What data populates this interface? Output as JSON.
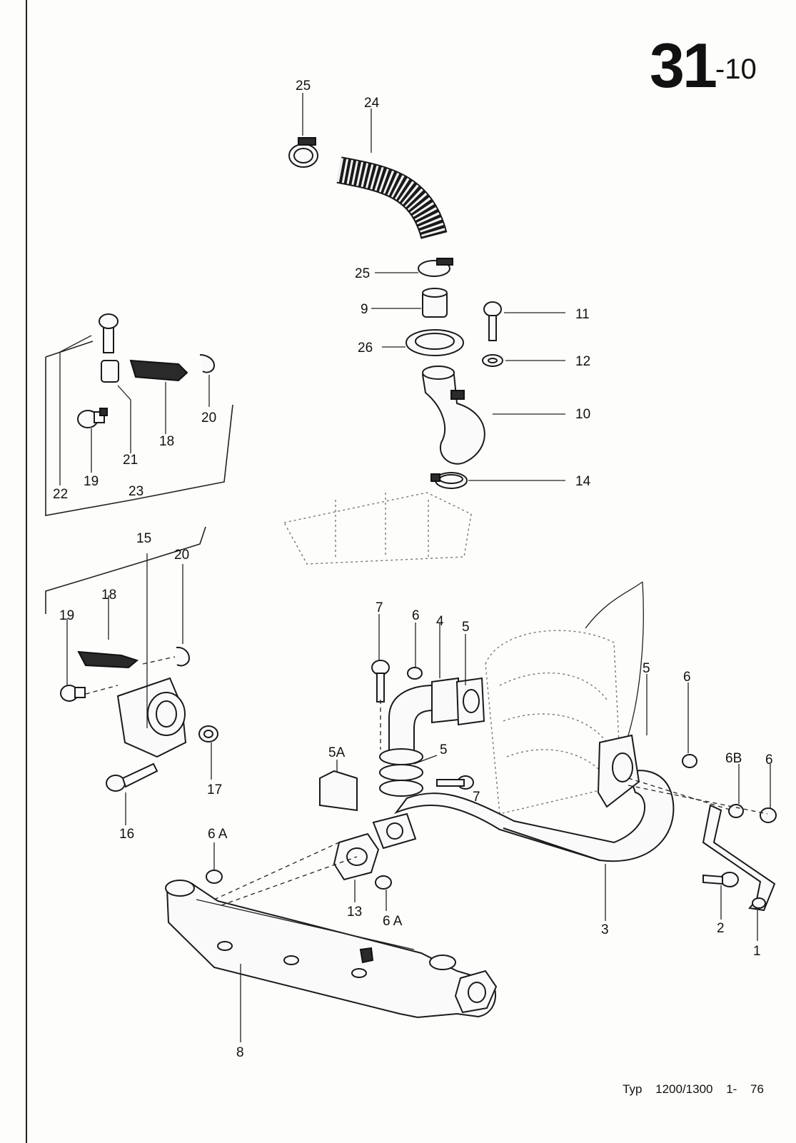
{
  "header": {
    "page_number": "31",
    "page_subnumber": "-10"
  },
  "footer": {
    "type_label": "Typ 1200/1300",
    "date": "1- 76"
  },
  "callouts": {
    "c25a": "25",
    "c24": "24",
    "c25b": "25",
    "c9": "9",
    "c26": "26",
    "c11": "11",
    "c12": "12",
    "c10": "10",
    "c14": "14",
    "c22": "22",
    "c19a": "19",
    "c21": "21",
    "c18a": "18",
    "c20a": "20",
    "c23": "23",
    "c15": "15",
    "c20b": "20",
    "c18b": "18",
    "c19b": "19",
    "c17": "17",
    "c16": "16",
    "c7a": "7",
    "c6a": "6",
    "c4": "4",
    "c5a": "5",
    "c5b": "5",
    "c5c": "5",
    "c5A": "5A",
    "c7b": "7",
    "c6b": "6",
    "c6B": "6B",
    "c6c": "6",
    "c6Aa": "6 A",
    "c13": "13",
    "c6Ab": "6 A",
    "c3": "3",
    "c2": "2",
    "c1": "1",
    "c8": "8"
  }
}
